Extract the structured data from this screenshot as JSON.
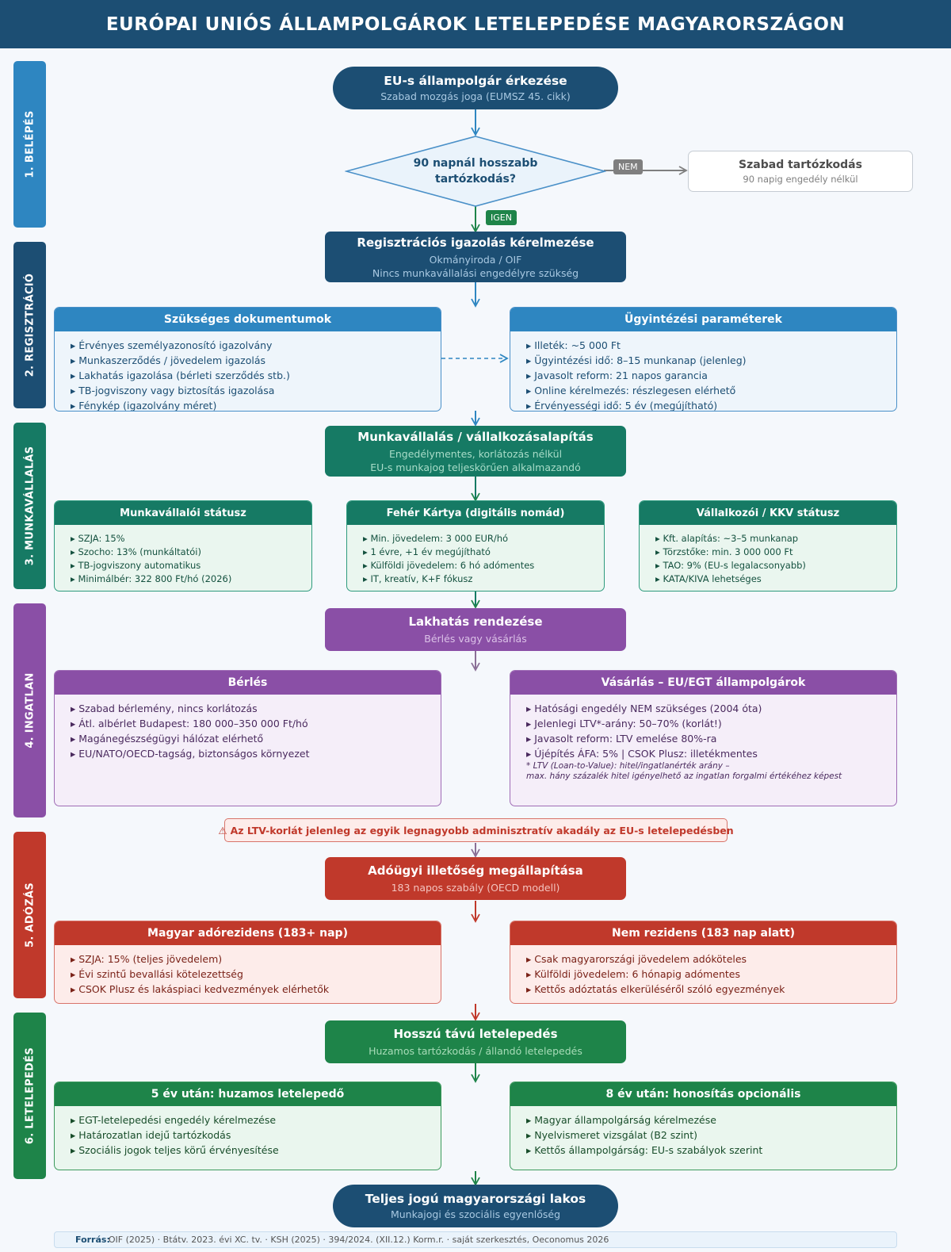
{
  "title": "EURÓPAI UNIÓS ÁLLAMPOLGÁROK LETELEPEDÉSE MAGYARORSZÁGON",
  "steps": [
    "1. BELÉPÉS",
    "2. REGISZTRÁCIÓ",
    "3. MUNKAVÁLLALÁS",
    "4. INGATLAN",
    "5. ADÓZÁS",
    "6. LETELEPEDÉS"
  ],
  "arrival": {
    "title": "EU-s állampolgár érkezése",
    "subtitle": "Szabad mozgás joga (EUMSZ 45. cikk)"
  },
  "decision": {
    "line1": "90 napnál hosszabb",
    "line2": "tartózkodás?",
    "no_label": "NEM",
    "yes_label": "IGEN"
  },
  "free_stay": {
    "title": "Szabad tartózkodás",
    "subtitle": "90 napig engedély nélkül"
  },
  "registration": {
    "title": "Regisztrációs igazolás kérelmezése",
    "line1": "Okmányiroda / OIF",
    "line2": "Nincs munkavállalási engedélyre szükség"
  },
  "documents": {
    "title": "Szükséges dokumentumok",
    "items": [
      "Érvényes személyazonosító igazolvány",
      "Munkaszerződés / jövedelem igazolás",
      "Lakhatás igazolása (bérleti szerződés stb.)",
      "TB-jogviszony vagy biztosítás igazolása",
      "Fénykép (igazolvány méret)"
    ]
  },
  "params": {
    "title": "Ügyintézési paraméterek",
    "items": [
      "Illeték: ~5 000 Ft",
      "Ügyintézési idő: 8–15 munkanap (jelenleg)",
      "Javasolt reform: 21 napos garancia",
      "Online kérelmezés: részlegesen elérhető",
      "Érvényességi idő: 5 év (megújítható)"
    ]
  },
  "employment": {
    "title": "Munkavállalás / vállalkozásalapítás",
    "line1": "Engedélymentes, korlátozás nélkül",
    "line2": "EU-s munkajog teljeskörűen alkalmazandó"
  },
  "employee": {
    "title": "Munkavállalói státusz",
    "items": [
      "SZJA: 15%",
      "Szocho: 13% (munkáltatói)",
      "TB-jogviszony automatikus",
      "Minimálbér: 322 800 Ft/hó (2026)"
    ]
  },
  "white_card": {
    "title": "Fehér Kártya (digitális nomád)",
    "items": [
      "Min. jövedelem: 3 000 EUR/hó",
      "1 évre, +1 év megújítható",
      "Külföldi jövedelem: 6 hó adómentes",
      "IT, kreatív, K+F fókusz"
    ]
  },
  "entrepreneur": {
    "title": "Vállalkozói / KKV státusz",
    "items": [
      "Kft. alapítás: ~3–5 munkanap",
      "Törzstőke: min. 3 000 000 Ft",
      "TAO: 9% (EU-s legalacsonyabb)",
      "KATA/KIVA lehetséges"
    ]
  },
  "housing": {
    "title": "Lakhatás rendezése",
    "subtitle": "Bérlés vagy vásárlás"
  },
  "rent": {
    "title": "Bérlés",
    "items": [
      "Szabad bérlemény, nincs korlátozás",
      "Átl. albérlet Budapest: 180 000–350 000 Ft/hó",
      "Magánegészségügyi hálózat elérhető",
      "EU/NATO/OECD-tagság, biztonságos környezet"
    ]
  },
  "buy": {
    "title": "Vásárlás – EU/EGT állampolgárok",
    "items": [
      "Hatósági engedély NEM szükséges (2004 óta)",
      "Jelenlegi LTV*-arány: 50–70% (korlát!)",
      "Javasolt reform: LTV emelése 80%-ra",
      "Újépítés ÁFA: 5% | CSOK Plusz: illetékmentes"
    ],
    "note1": "* LTV (Loan-to-Value): hitel/ingatlanérték arány –",
    "note2": "max. hány százalék hitel igényelhető az ingatlan forgalmi értékéhez képest"
  },
  "warning": {
    "icon": "⚠",
    "text": "Az LTV-korlát jelenleg az egyik legnagyobb adminisztratív akadály az EU-s letelepedésben"
  },
  "tax": {
    "title": "Adóügyi illetőség megállapítása",
    "subtitle": "183 napos szabály (OECD modell)"
  },
  "resident": {
    "title": "Magyar adórezidens (183+ nap)",
    "items": [
      "SZJA: 15% (teljes jövedelem)",
      "Évi szintű bevallási kötelezettség",
      "CSOK Plusz és lakáspiaci kedvezmények elérhetők"
    ]
  },
  "nonresident": {
    "title": "Nem rezidens (183 nap alatt)",
    "items": [
      "Csak magyarországi jövedelem adóköteles",
      "Külföldi jövedelem: 6 hónapig adómentes",
      "Kettős adóztatás elkerüléséről szóló egyezmények"
    ]
  },
  "settlement": {
    "title": "Hosszú távú letelepedés",
    "subtitle": "Huzamos tartózkodás / állandó letelepedés"
  },
  "five_years": {
    "title": "5 év után: huzamos letelepedő",
    "items": [
      "EGT-letelepedési engedély kérelmezése",
      "Határozatlan idejű tartózkodás",
      "Szociális jogok teljes körű érvényesítése"
    ]
  },
  "eight_years": {
    "title": "8 év után: honosítás opcionális",
    "items": [
      "Magyar állampolgárság kérelmezése",
      "Nyelvismeret vizsgálat (B2 szint)",
      "Kettős állampolgárság: EU-s szabályok szerint"
    ]
  },
  "final": {
    "title": "Teljes jogú magyarországi lakos",
    "subtitle": "Munkajogi és szociális egyenlőség"
  },
  "footer": {
    "label": "Forrás:",
    "text": "OIF (2025) · Btátv. 2023. évi XC. tv. · KSH (2025) · 394/2024. (XII.12.) Korm.r. · saját szerkesztés, Oeconomus 2026"
  },
  "colors": {
    "navy": "#1c4e73",
    "blue": "#2e86c1",
    "teal": "#167a64",
    "purple": "#8a4fa6",
    "red": "#c0392b",
    "green": "#1e8449"
  }
}
